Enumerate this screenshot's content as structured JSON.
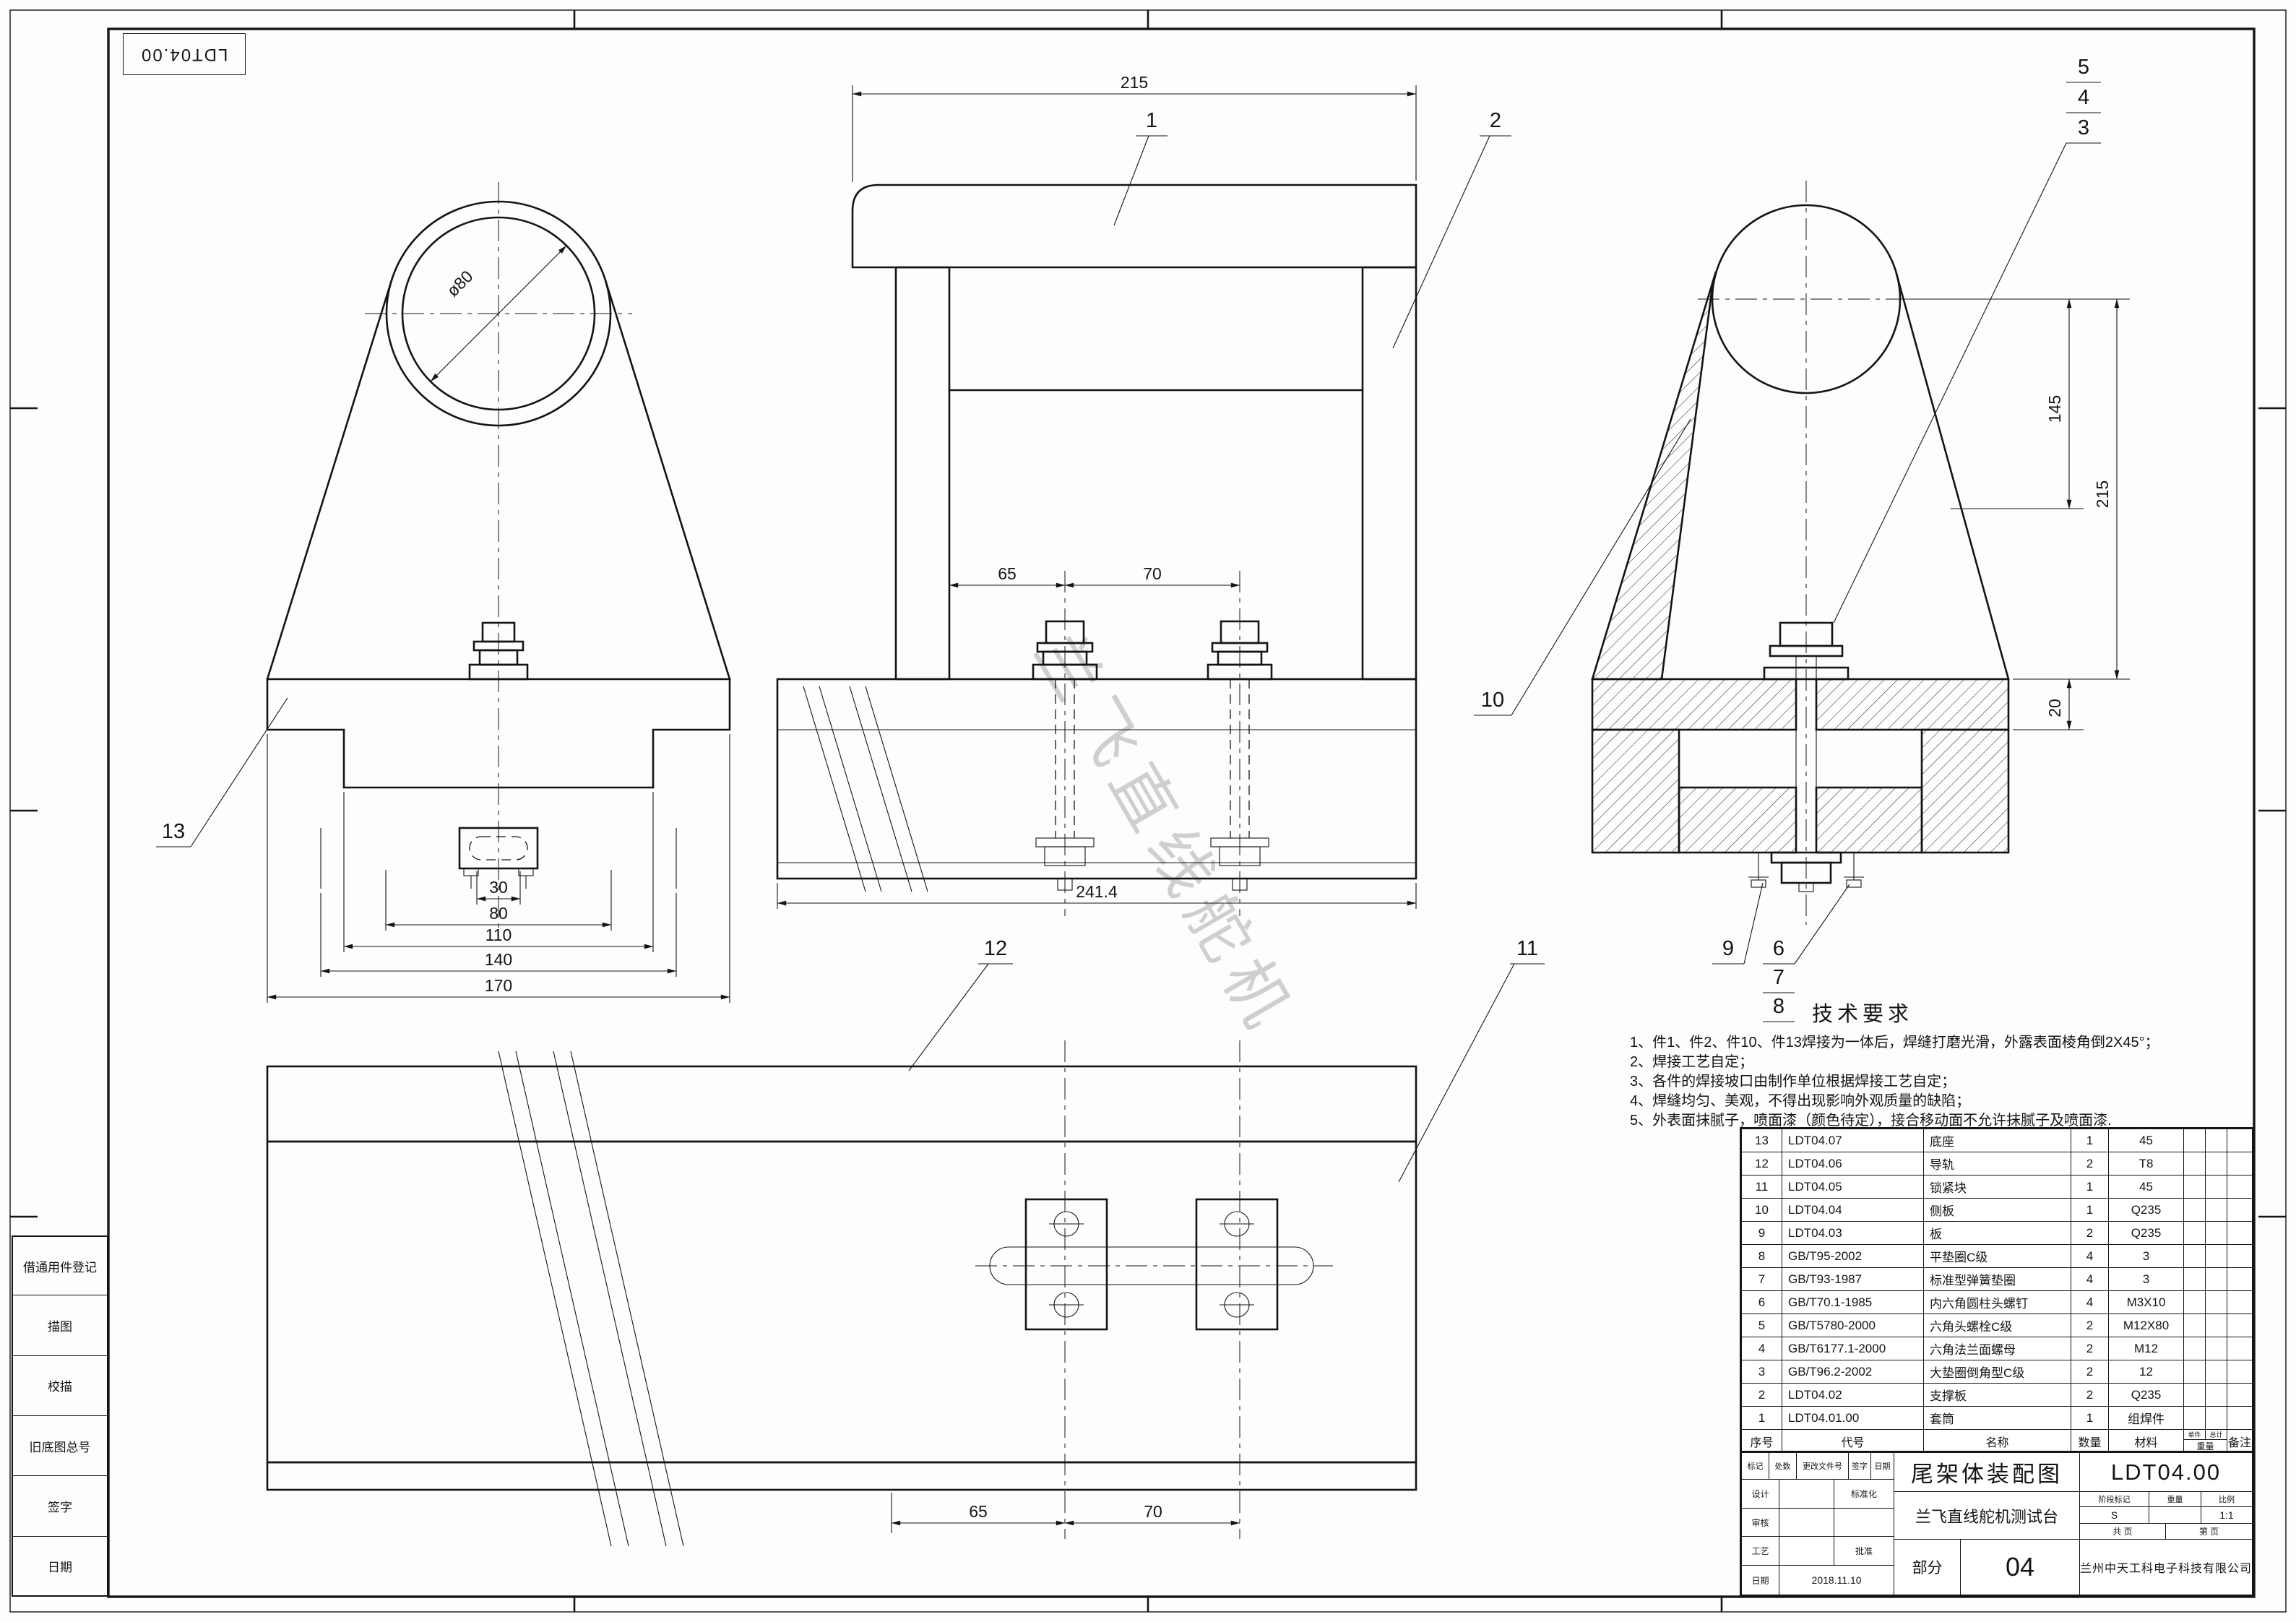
{
  "sheet": {
    "corner_code": "LDT04.00",
    "margin_rows": [
      "借通用件登记",
      "描图",
      "校描",
      "旧底图总号",
      "签字",
      "日期"
    ]
  },
  "watermark": "兰飞直线舵机",
  "balloons": {
    "b1": "1",
    "b2": "2",
    "b3": "3",
    "b4": "4",
    "b5": "5",
    "b6": "6",
    "b7": "7",
    "b8": "8",
    "b9": "9",
    "b10": "10",
    "b11": "11",
    "b12": "12",
    "b13": "13"
  },
  "dims": {
    "left_view": {
      "dia": "ø80",
      "d30": "30",
      "d80": "80",
      "d110": "110",
      "d140": "140",
      "d170": "170"
    },
    "front_view": {
      "d215": "215",
      "d65": "65",
      "d70": "70",
      "d241": "241.4"
    },
    "section_view": {
      "d145": "145",
      "d215": "215",
      "d20": "20"
    },
    "bottom_view": {
      "d65": "65",
      "d70": "70"
    }
  },
  "tech_req": {
    "title": "技术要求",
    "items": [
      "1、件1、件2、件10、件13焊接为一体后，焊缝打磨光滑，外露表面棱角倒2X45°；",
      "2、焊接工艺自定；",
      "3、各件的焊接坡口由制作单位根据焊接工艺自定；",
      "4、焊缝均匀、美观，不得出现影响外观质量的缺陷；",
      "5、外表面抹腻子，喷面漆（颜色待定），接合移动面不允许抹腻子及喷面漆."
    ]
  },
  "bom": {
    "headers": {
      "no": "序号",
      "code": "代号",
      "name": "名称",
      "qty": "数量",
      "mat": "材料",
      "w_unit": "单件",
      "w_total": "总计",
      "w": "重量",
      "rem": "备注"
    },
    "rows": [
      {
        "no": "13",
        "code": "LDT04.07",
        "name": "底座",
        "qty": "1",
        "mat": "45"
      },
      {
        "no": "12",
        "code": "LDT04.06",
        "name": "导轨",
        "qty": "2",
        "mat": "T8"
      },
      {
        "no": "11",
        "code": "LDT04.05",
        "name": "锁紧块",
        "qty": "1",
        "mat": "45"
      },
      {
        "no": "10",
        "code": "LDT04.04",
        "name": "侧板",
        "qty": "1",
        "mat": "Q235"
      },
      {
        "no": "9",
        "code": "LDT04.03",
        "name": "板",
        "qty": "2",
        "mat": "Q235"
      },
      {
        "no": "8",
        "code": "GB/T95-2002",
        "name": "平垫圈C级",
        "qty": "4",
        "mat": "3"
      },
      {
        "no": "7",
        "code": "GB/T93-1987",
        "name": "标准型弹簧垫圈",
        "qty": "4",
        "mat": "3"
      },
      {
        "no": "6",
        "code": "GB/T70.1-1985",
        "name": "内六角圆柱头螺钉",
        "qty": "4",
        "mat": "M3X10"
      },
      {
        "no": "5",
        "code": "GB/T5780-2000",
        "name": "六角头螺栓C级",
        "qty": "2",
        "mat": "M12X80"
      },
      {
        "no": "4",
        "code": "GB/T6177.1-2000",
        "name": "六角法兰面螺母",
        "qty": "2",
        "mat": "M12"
      },
      {
        "no": "3",
        "code": "GB/T96.2-2002",
        "name": "大垫圈倒角型C级",
        "qty": "2",
        "mat": "12"
      },
      {
        "no": "2",
        "code": "LDT04.02",
        "name": "支撑板",
        "qty": "2",
        "mat": "Q235"
      },
      {
        "no": "1",
        "code": "LDT04.01.00",
        "name": "套筒",
        "qty": "1",
        "mat": "组焊件"
      }
    ]
  },
  "title_block": {
    "title": "尾架体装配图",
    "drawing_no": "LDT04.00",
    "project": "兰飞直线舵机测试台",
    "section_label": "部分",
    "section_value": "04",
    "company": "兰州中天工科电子科技有限公司",
    "sig": {
      "mark": "标记",
      "count": "处数",
      "doc_no": "更改文件号",
      "sign": "签字",
      "date": "日期",
      "design": "设计",
      "design_sign": "",
      "standard": "标准化",
      "audit": "审核",
      "process": "工艺",
      "approve": "批准",
      "date_label": "日期",
      "date_value": "2018.11.10"
    },
    "marks": {
      "stage_label": "阶段标记",
      "stage": "S",
      "weight_label": "重量",
      "scale_label": "比例",
      "scale": "1:1",
      "sheets": "共 页",
      "sheet_no": "第 页"
    }
  }
}
